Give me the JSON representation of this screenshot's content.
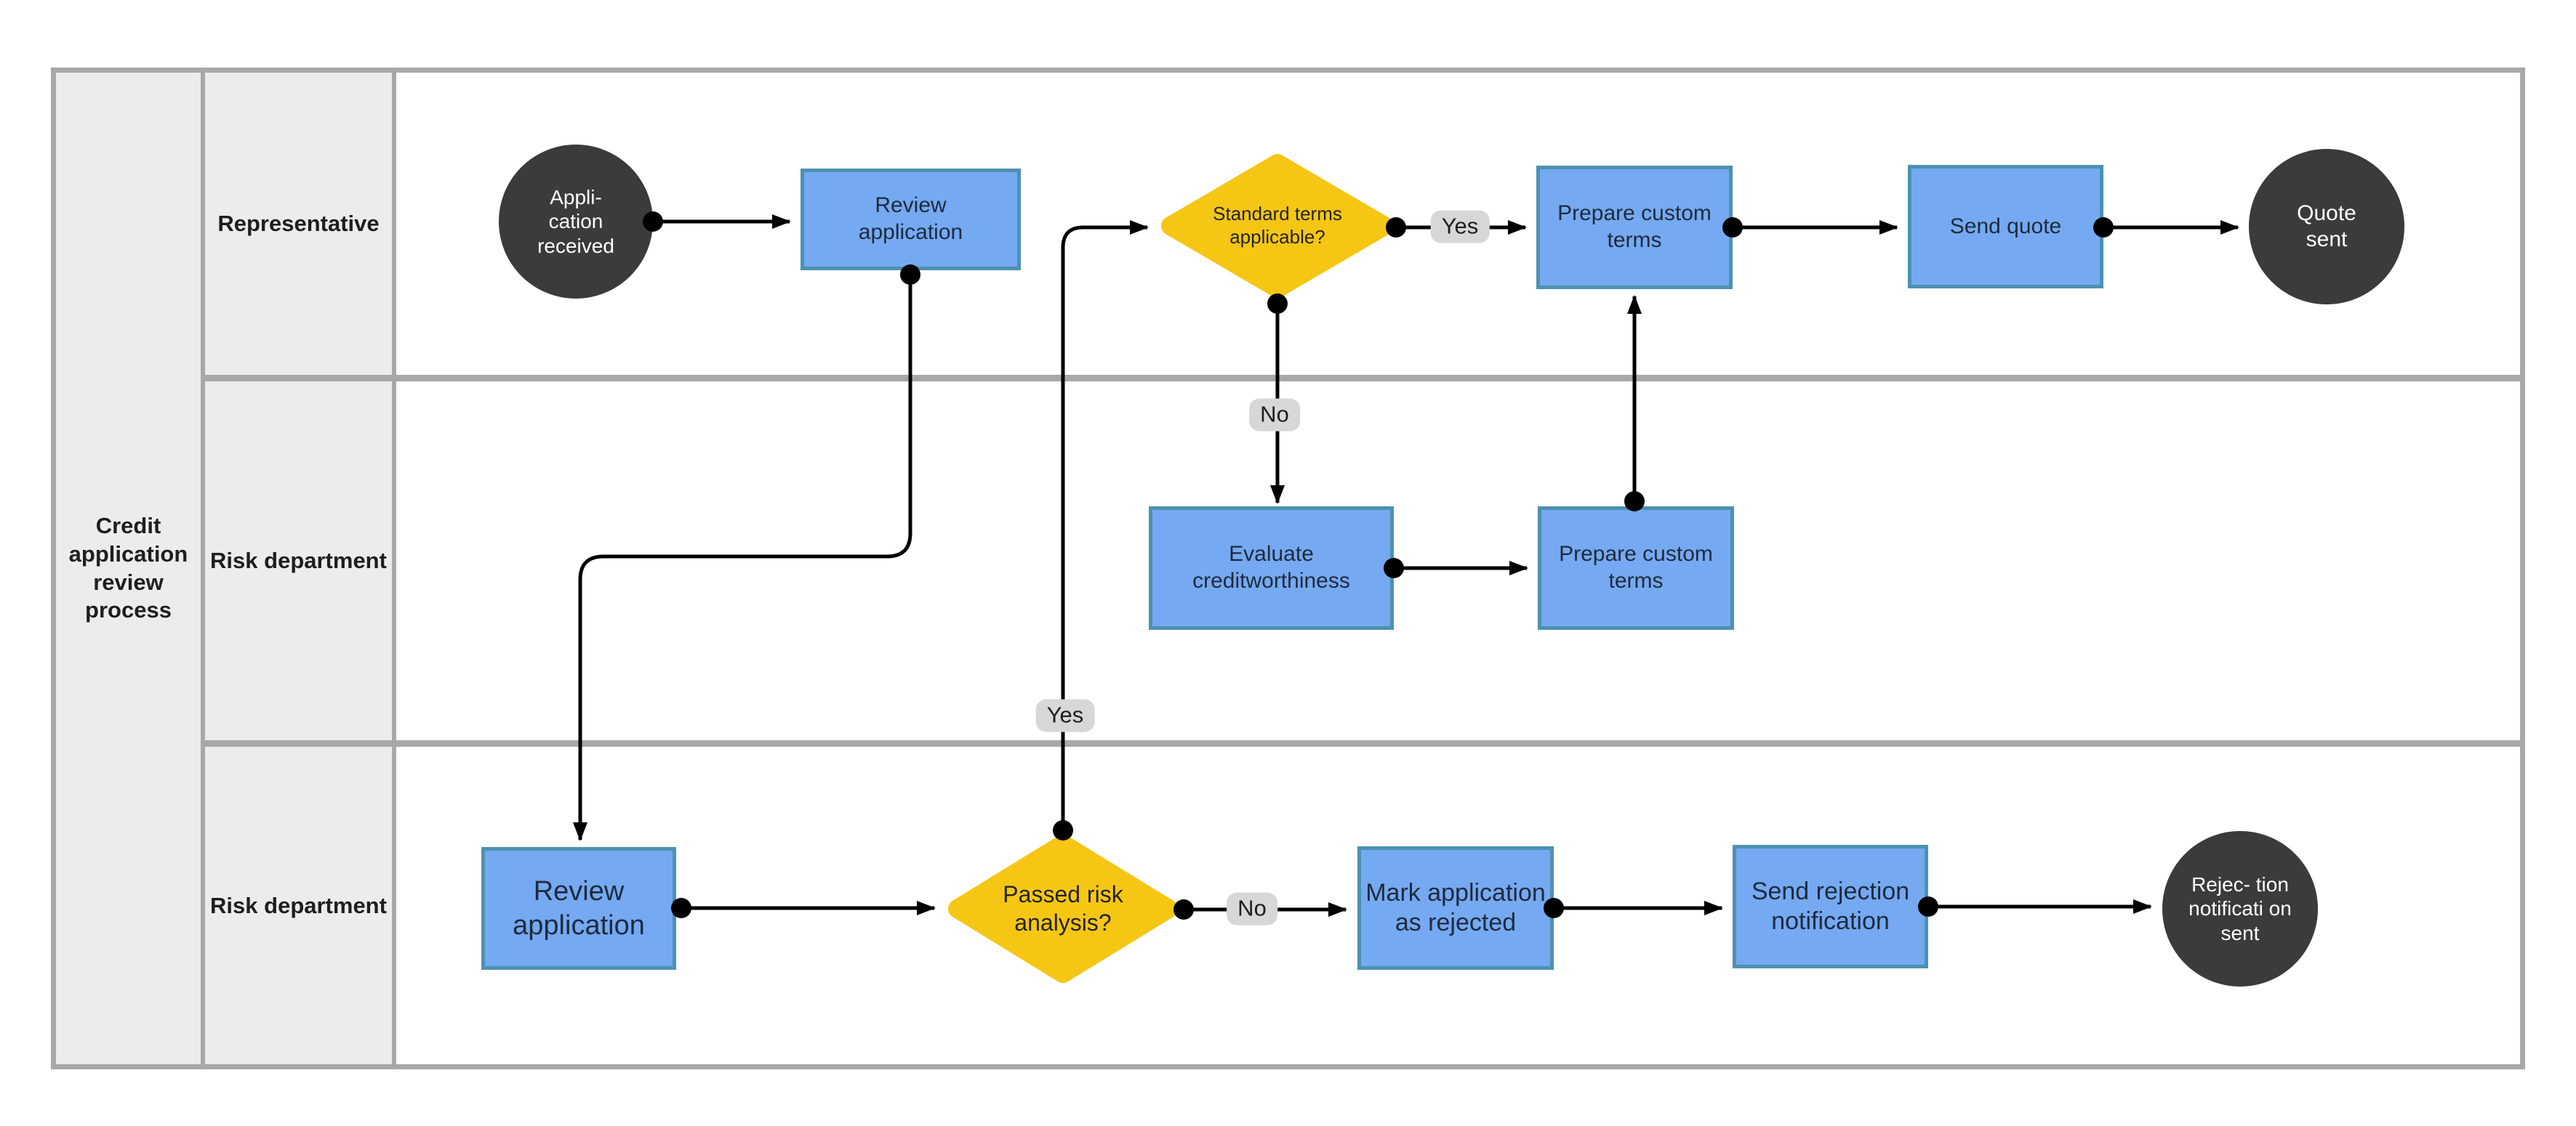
{
  "colors": {
    "task_fill": "#75A9F1",
    "task_stroke": "#4D91B0",
    "decision_fill": "#F5C614",
    "event_fill": "#3B3B3B",
    "event_text": "#FFFFFF",
    "task_text": "#1D2B3E",
    "decision_text": "#232323",
    "pill_fill": "#D7D7D7",
    "pill_text": "#1E1E1E",
    "lane_fill": "#ECECEC",
    "lane_border": "#A8A8A8",
    "lane_text": "#1E1E1E",
    "connector": "#000000",
    "canvas": "#FFFFFF"
  },
  "pool": {
    "title": "Credit application review process",
    "lanes": [
      {
        "label": "Representative"
      },
      {
        "label": "Risk department"
      },
      {
        "label": "Risk department"
      }
    ]
  },
  "nodes": {
    "start": {
      "label": "Appli- cation received"
    },
    "review1": {
      "label": "Review application"
    },
    "decision1": {
      "label": "Standard terms applicable?"
    },
    "prepare1": {
      "label": "Prepare custom terms"
    },
    "send_quote": {
      "label": "Send quote"
    },
    "quote_sent": {
      "label": "Quote sent"
    },
    "evaluate": {
      "label": "Evaluate creditworthiness"
    },
    "prepare2": {
      "label": "Prepare custom terms"
    },
    "review2": {
      "label": "Review application"
    },
    "decision2": {
      "label": "Passed risk analysis?"
    },
    "mark_rejected": {
      "label": "Mark application as rejected"
    },
    "send_rejection": {
      "label": "Send rejection notification"
    },
    "rejection_sent": {
      "label": "Rejec- tion notificati on sent"
    }
  },
  "edge_labels": {
    "yes1": "Yes",
    "no1": "No",
    "yes2": "Yes",
    "no2": "No"
  }
}
